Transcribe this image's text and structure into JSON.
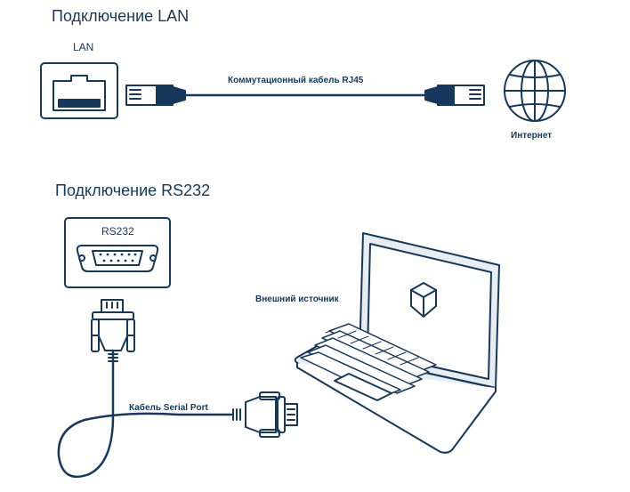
{
  "lan_section": {
    "heading": "Подключение LAN",
    "port_label": "LAN",
    "cable_label": "Коммутационный кабель RJ45",
    "internet_label": "Интернет"
  },
  "rs232_section": {
    "heading": "Подключение RS232",
    "port_label": "RS232",
    "source_label": "Внешний источник",
    "cable_label": "Кабель Serial Port"
  },
  "colors": {
    "primary": "#15385c",
    "light_fill": "#e8edf2"
  },
  "icons": [
    "ethernet-port-icon",
    "rj45-plug-icon",
    "globe-icon",
    "db9-port-icon",
    "db9-plug-icon",
    "laptop-icon",
    "logo-icon"
  ]
}
